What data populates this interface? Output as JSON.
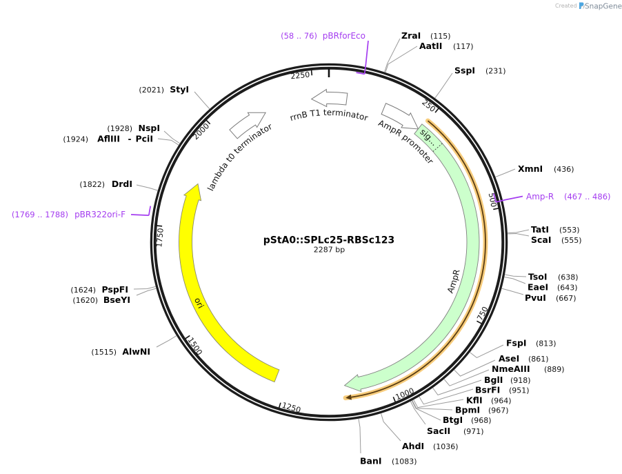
{
  "watermark": {
    "prefix": "Created by",
    "brand": "SnapGene",
    "icon": "snapgene-logo-icon"
  },
  "map": {
    "title": "pStA0::SPLc25-RBSc123",
    "length": "2287 bp"
  },
  "features": {
    "rrnb": {
      "label": "rrnB T1 terminator",
      "direction": "reverse"
    },
    "lambda": {
      "label": "lambda t0 terminator",
      "direction": "forward"
    },
    "ampr_promoter": {
      "label": "AmpR promoter",
      "direction": "forward"
    },
    "ampr": {
      "label": "AmpR",
      "direction": "forward"
    },
    "sig": {
      "label": "sig..."
    },
    "ori": {
      "label": "ori",
      "direction": "forward"
    }
  },
  "ticks": [
    "250",
    "500",
    "750",
    "1000",
    "1250",
    "1500",
    "1750",
    "2000",
    "2250"
  ],
  "enzymes": [
    {
      "name": "ZraI",
      "pos": "(115)"
    },
    {
      "name": "AatII",
      "pos": "(117)"
    },
    {
      "name": "SspI",
      "pos": "(231)"
    },
    {
      "name": "XmnI",
      "pos": "(436)"
    },
    {
      "name": "TatI",
      "pos": "(553)"
    },
    {
      "name": "ScaI",
      "pos": "(555)"
    },
    {
      "name": "TsoI",
      "pos": "(638)"
    },
    {
      "name": "EaeI",
      "pos": "(643)"
    },
    {
      "name": "PvuI",
      "pos": "(667)"
    },
    {
      "name": "FspI",
      "pos": "(813)"
    },
    {
      "name": "AseI",
      "pos": "(861)"
    },
    {
      "name": "NmeAIII",
      "pos": "(889)"
    },
    {
      "name": "BglI",
      "pos": "(918)"
    },
    {
      "name": "BsrFI",
      "pos": "(951)"
    },
    {
      "name": "KflI",
      "pos": "(964)"
    },
    {
      "name": "BpmI",
      "pos": "(967)"
    },
    {
      "name": "BtgI",
      "pos": "(968)"
    },
    {
      "name": "SacII",
      "pos": "(971)"
    },
    {
      "name": "AhdI",
      "pos": "(1036)"
    },
    {
      "name": "BanI",
      "pos": "(1083)"
    },
    {
      "name": "AlwNI",
      "pos": "(1515)"
    },
    {
      "name": "BseYI",
      "pos": "(1620)"
    },
    {
      "name": "PspFI",
      "pos": "(1624)"
    },
    {
      "name": "DrdI",
      "pos": "(1822)"
    },
    {
      "name": "AflIII",
      "separator": "-",
      "name2": "PciI",
      "pos": "(1924)"
    },
    {
      "name": "NspI",
      "pos": "(1928)"
    },
    {
      "name": "StyI",
      "pos": "(2021)"
    }
  ],
  "primers": [
    {
      "name": "pBRforEco",
      "range": "(58 .. 76)"
    },
    {
      "name": "Amp-R",
      "range": "(467 .. 486)"
    },
    {
      "name": "pBR322ori-F",
      "range": "(1769 .. 1788)"
    }
  ],
  "colors": {
    "backbone": "#1c1c1c",
    "primer": "#a43cf0",
    "ampr_fill": "#ccffcc",
    "ori_fill": "#ffff00",
    "terminator_fill": "#ffffff",
    "orf_highlight": "#f7cc7c",
    "orf_line": "#5a3d12",
    "leader_line": "#9a9a9a"
  }
}
